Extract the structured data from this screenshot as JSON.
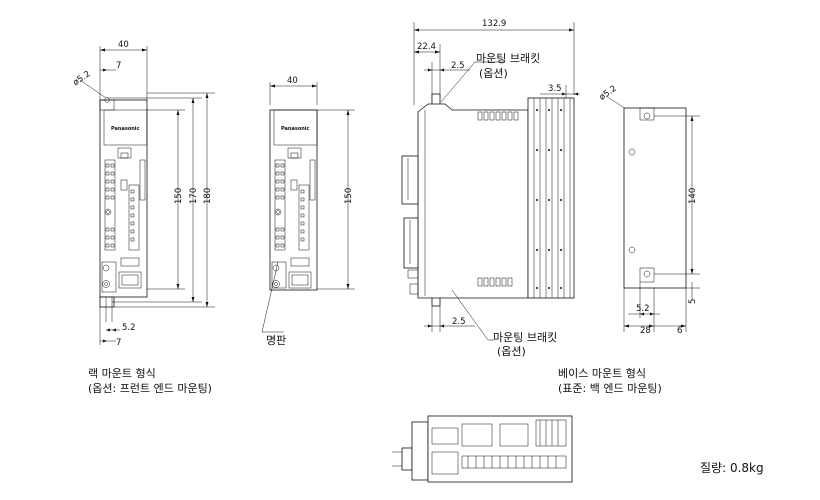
{
  "dimensions": {
    "front_width_40": "40",
    "hole_dia": "ø5.2",
    "top_offset_7": "7",
    "bottom_offset_7": "7",
    "bottom_slot_5_2": "5.2",
    "h150": "150",
    "h170": "170",
    "h180": "180",
    "front2_width_40": "40",
    "front2_h150": "150",
    "side_width": "132.9",
    "side_offset": "22.4",
    "bracket_top_2_5": "2.5",
    "bracket_bottom_2_5": "2.5",
    "side_3_5": "3.5",
    "base_hole_dia": "ø5.2",
    "base_h140": "140",
    "base_5_2": "5.2",
    "base_28": "28",
    "base_6": "6",
    "base_5": "5"
  },
  "labels": {
    "bracket_top_line1": "마운팅 브래킷",
    "bracket_top_line2": "(옵션)",
    "bracket_bottom_line1": "마운팅 브래킷",
    "bracket_bottom_line2": "(옵션)",
    "nameplate": "명판",
    "rack_line1": "랙 마운트 형식",
    "rack_line2": "(옵션: 프런트 엔드 마운팅)",
    "base_line1": "베이스 마운트 형식",
    "base_line2": "(표준: 백 엔드 마운팅)",
    "weight": "질량: 0.8kg",
    "brand": "Panasonic"
  }
}
